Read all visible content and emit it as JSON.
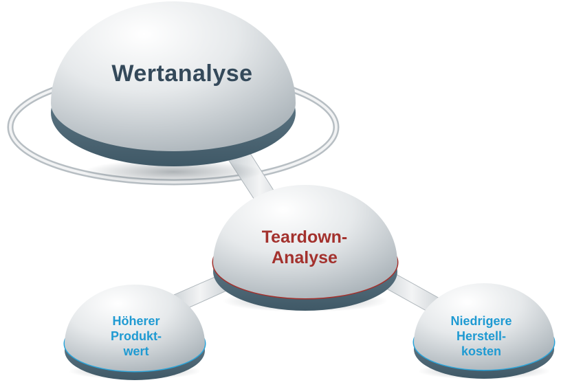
{
  "nodes": {
    "main": {
      "label": "Wertanalyse"
    },
    "center": {
      "lines": [
        "Teardown-",
        "Analyse"
      ]
    },
    "left": {
      "lines": [
        "Höherer",
        "Produkt-",
        "wert"
      ]
    },
    "right": {
      "lines": [
        "Niedrigere",
        "Herstell-",
        "kosten"
      ]
    }
  },
  "colors": {
    "main_text": "#34495a",
    "center_text": "#a3312d",
    "leaf_text": "#1f9ad2",
    "rim_dark": "#4e6a78",
    "center_rim_accent": "#a3312d",
    "leaf_rim_accent": "#2aa4d9"
  }
}
